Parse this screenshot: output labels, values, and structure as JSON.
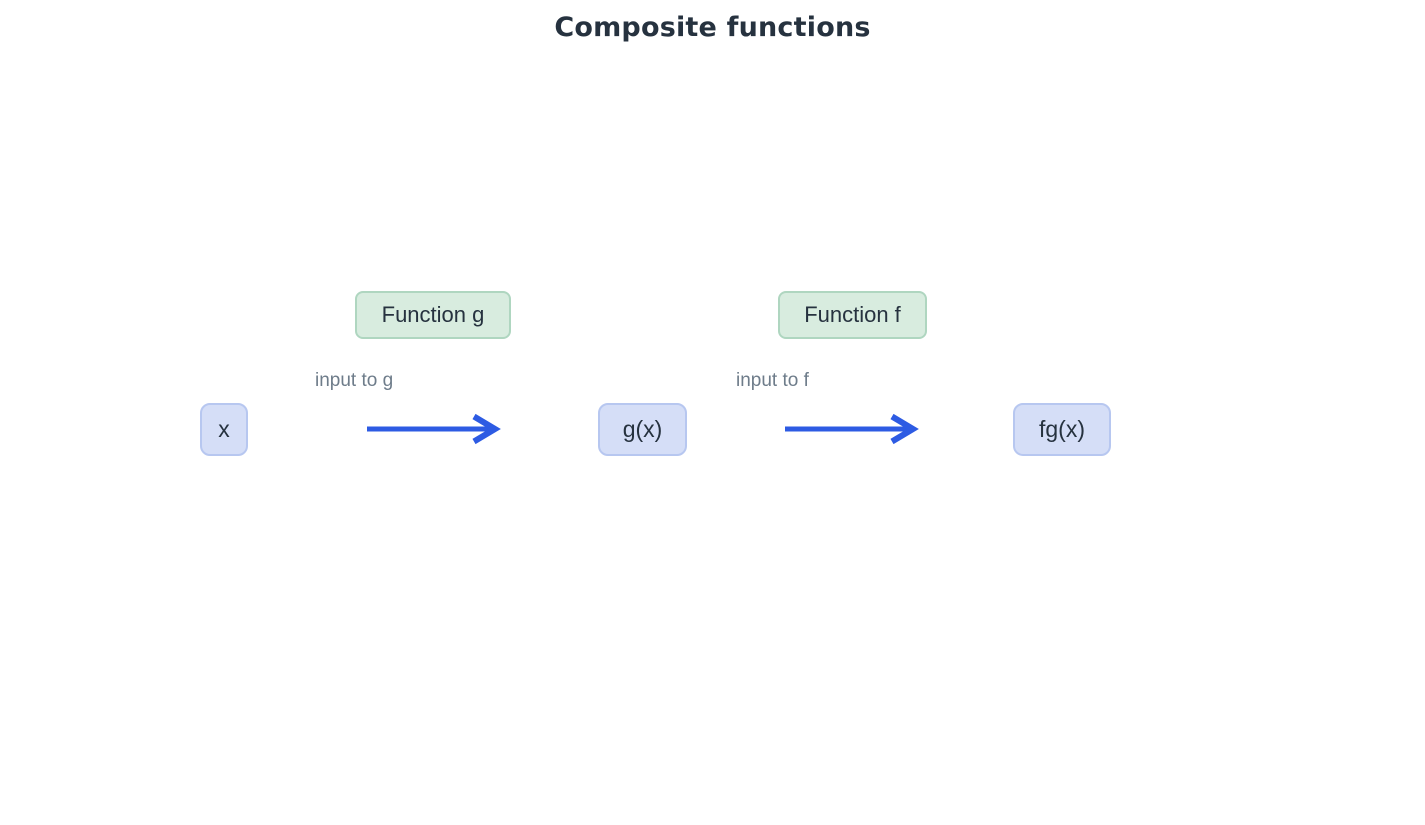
{
  "title": "Composite functions",
  "functions": {
    "g": {
      "label": "Function g"
    },
    "f": {
      "label": "Function f"
    }
  },
  "nodes": {
    "input": {
      "label": "x"
    },
    "intermediate": {
      "label": "g(x)"
    },
    "output": {
      "label": "fg(x)"
    }
  },
  "arrows": {
    "first": {
      "label": "input to g"
    },
    "second": {
      "label": "input to f"
    }
  },
  "colors": {
    "title_text": "#26323f",
    "node_text": "#26323f",
    "label_text": "#6e7c8a",
    "arrow": "#2d5be3",
    "function_fill": "#d8ecdf",
    "function_border": "#afd6c0",
    "value_fill": "#d5def7",
    "value_border": "#b7c7f0"
  }
}
